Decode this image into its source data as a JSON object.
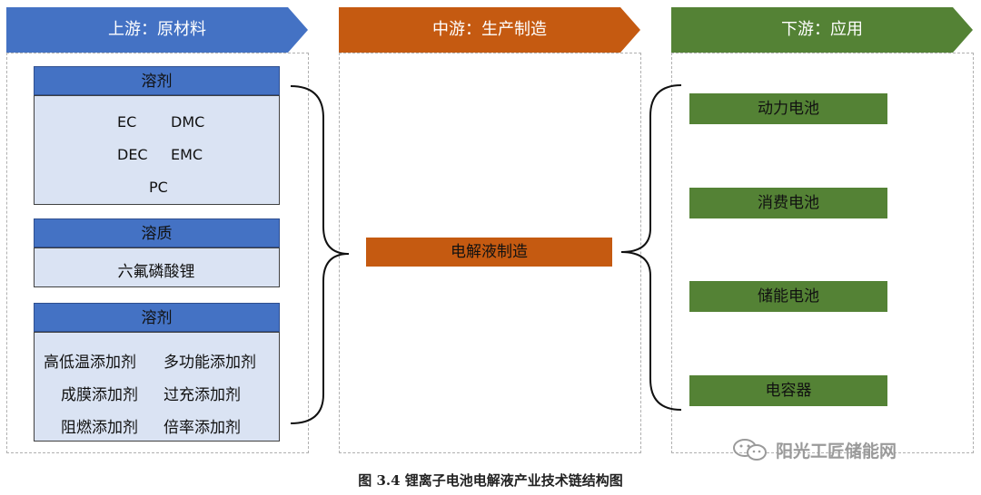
{
  "headers": {
    "upstream": "上游：原材料",
    "midstream": "中游：生产制造",
    "downstream": "下游：应用"
  },
  "colors": {
    "upstream": "#4472c4",
    "midstream": "#c55a11",
    "downstream": "#548235",
    "box_fill": "#dae3f3"
  },
  "upstream": {
    "group1": {
      "title": "溶剂",
      "items": [
        "EC",
        "DMC",
        "DEC",
        "EMC",
        "PC"
      ]
    },
    "group2": {
      "title": "溶质",
      "items": [
        "六氟磷酸锂"
      ]
    },
    "group3": {
      "title": "溶剂",
      "items": [
        "高低温添加剂",
        "多功能添加剂",
        "成膜添加剂",
        "过充添加剂",
        "阻燃添加剂",
        "倍率添加剂"
      ]
    }
  },
  "midstream": {
    "box": "电解液制造"
  },
  "downstream": {
    "items": [
      "动力电池",
      "消费电池",
      "储能电池",
      "电容器"
    ]
  },
  "caption": "图 3.4 锂离子电池电解液产业技术链结构图",
  "watermark": {
    "text": "阳光工匠储能网",
    "icon": "wechat-icon"
  }
}
